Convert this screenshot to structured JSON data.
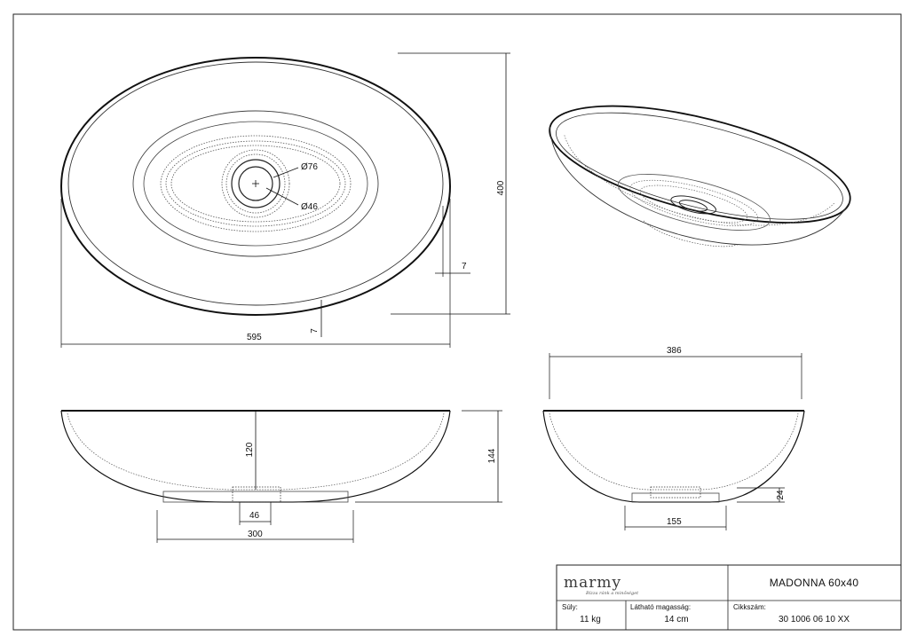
{
  "drawing": {
    "dimensions": {
      "top_width": "595",
      "top_height": "400",
      "rim_right": "7",
      "rim_bottom": "7",
      "drain_outer": "Ø76",
      "drain_inner": "Ø46",
      "front_inner_depth": "120",
      "front_height": "144",
      "front_drain": "46",
      "front_base": "300",
      "side_width": "386",
      "side_base_height": "24",
      "side_base": "155"
    }
  },
  "title_block": {
    "brand": "marmy",
    "tagline": "Bízza ránk a minőséget",
    "product_name": "MADONNA 60x40",
    "weight_label": "Súly:",
    "weight_value": "11 kg",
    "height_label": "Látható magasság:",
    "height_value": "14 cm",
    "code_label": "Cikkszám:",
    "code_value": "30 1006 06 10 XX"
  }
}
